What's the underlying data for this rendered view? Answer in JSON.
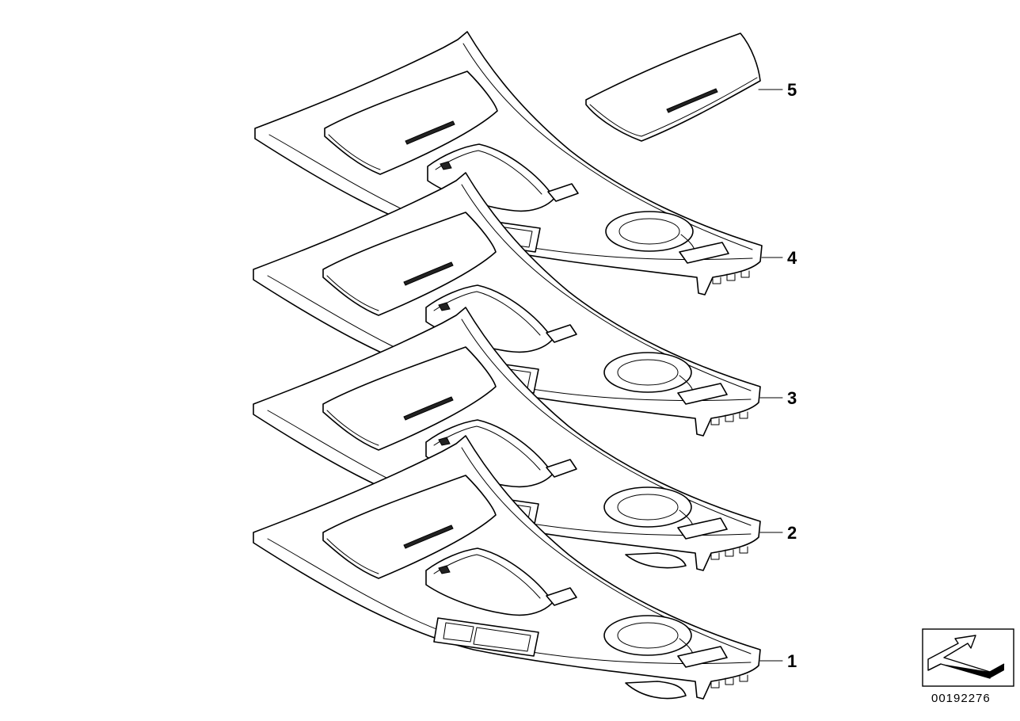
{
  "callouts": [
    {
      "label": "5"
    },
    {
      "label": "4"
    },
    {
      "label": "3"
    },
    {
      "label": "2"
    },
    {
      "label": "1"
    }
  ],
  "reference": {
    "number": "00192276",
    "icon": "direction-arrow-icon"
  }
}
